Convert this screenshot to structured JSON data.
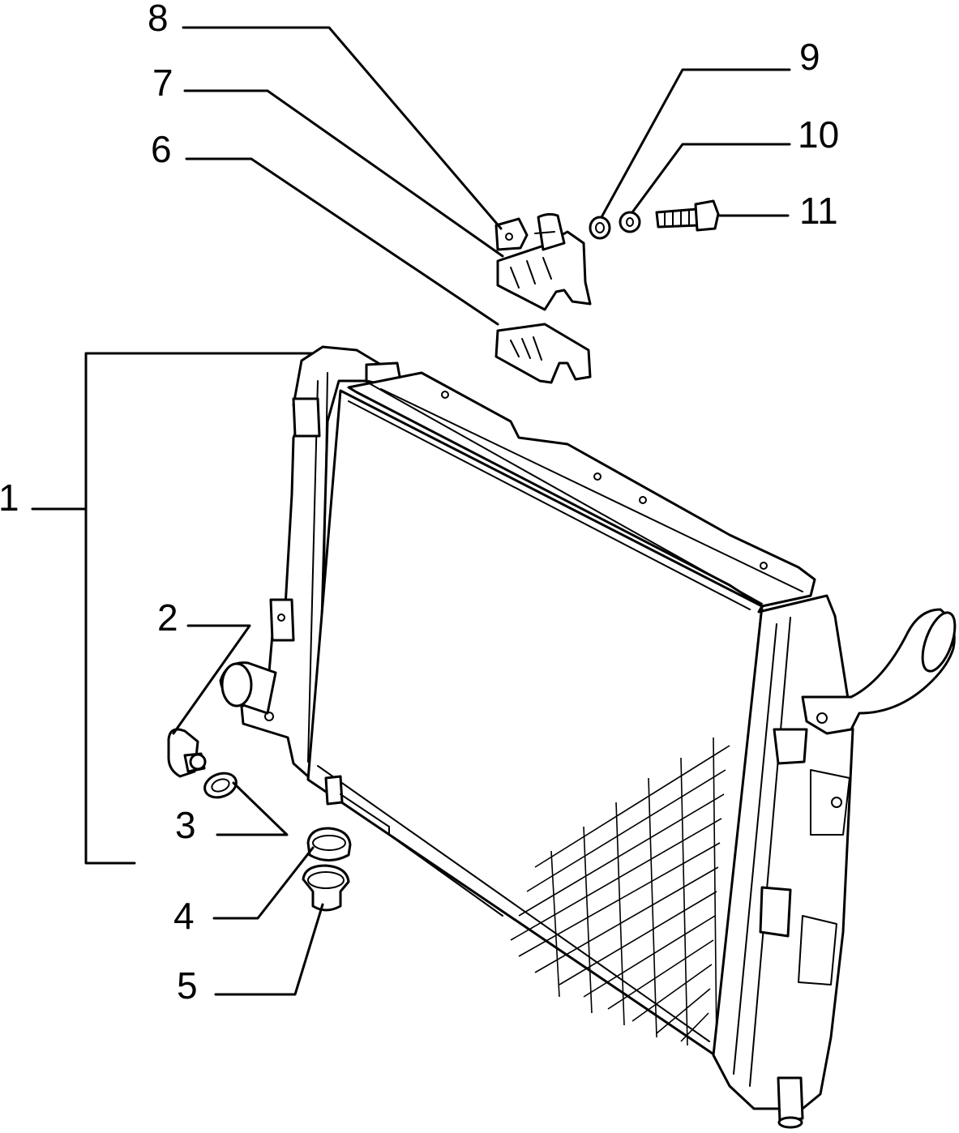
{
  "diagram": {
    "callouts": [
      {
        "id": "label-1",
        "text": "1"
      },
      {
        "id": "label-2",
        "text": "2"
      },
      {
        "id": "label-3",
        "text": "3"
      },
      {
        "id": "label-4",
        "text": "4"
      },
      {
        "id": "label-5",
        "text": "5"
      },
      {
        "id": "label-6",
        "text": "6"
      },
      {
        "id": "label-7",
        "text": "7"
      },
      {
        "id": "label-8",
        "text": "8"
      },
      {
        "id": "label-9",
        "text": "9"
      },
      {
        "id": "label-10",
        "text": "10"
      },
      {
        "id": "label-11",
        "text": "11"
      }
    ]
  }
}
